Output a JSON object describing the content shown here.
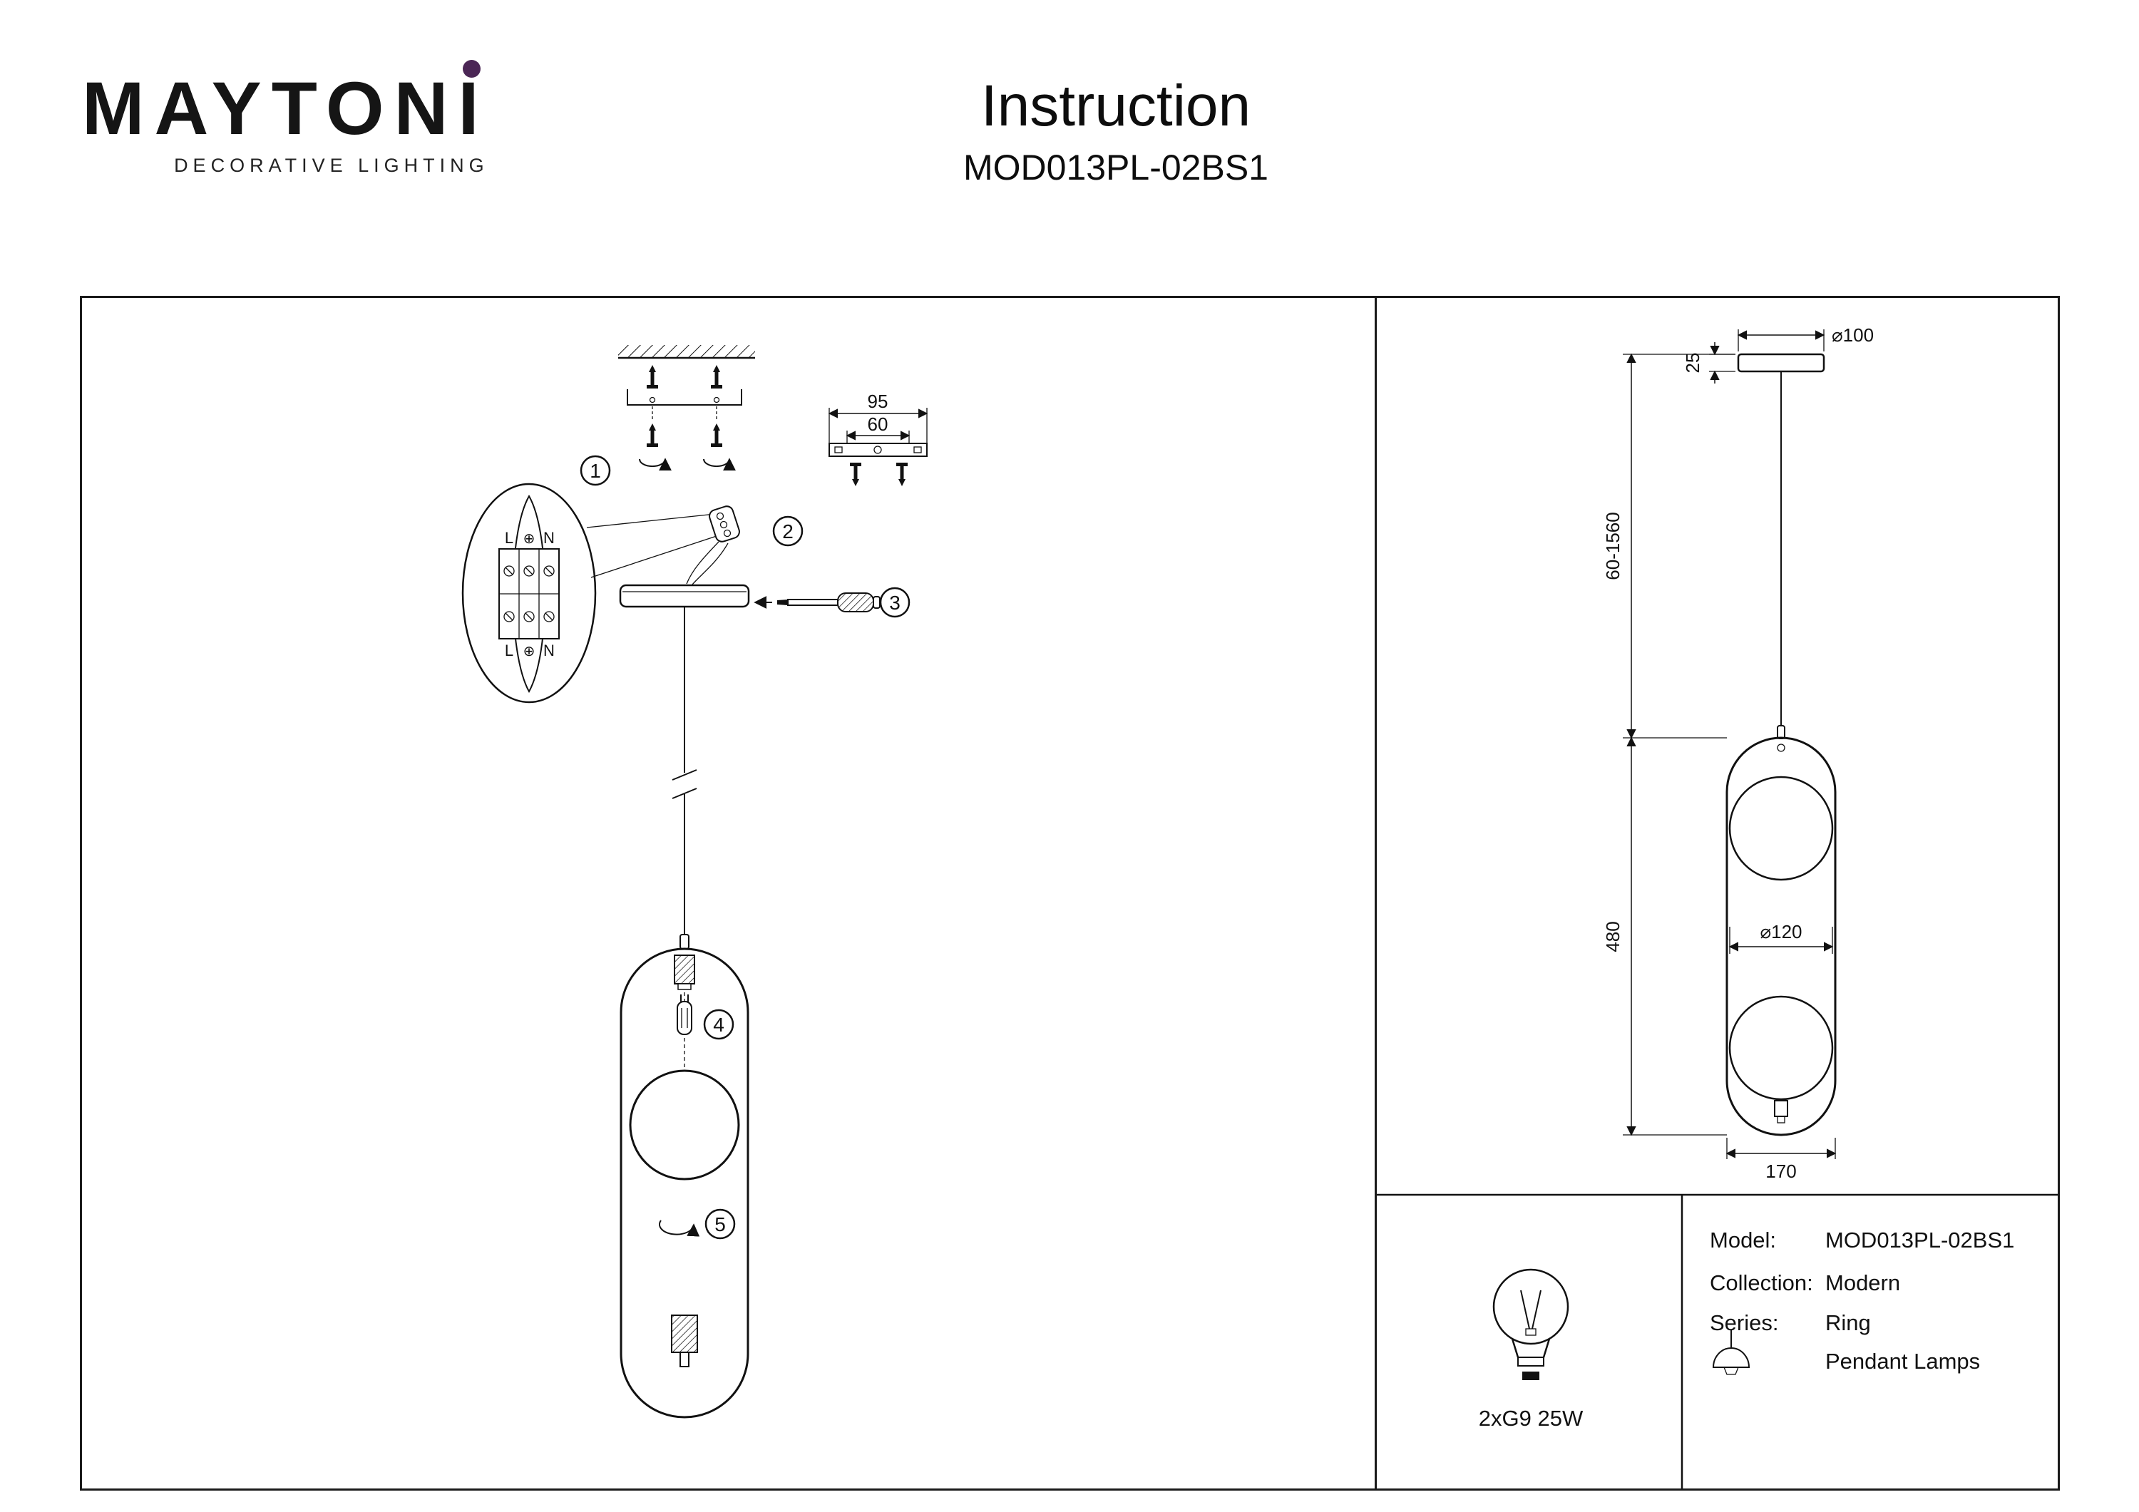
{
  "brand": {
    "name": "MAYTONI",
    "tagline": "DECORATIVE LIGHTING",
    "dot_color": "#4b2655"
  },
  "header": {
    "title": "Instruction",
    "model": "MOD013PL-02BS1"
  },
  "left_panel": {
    "steps": {
      "s1": "1",
      "s2": "2",
      "s3": "3",
      "s4": "4",
      "s5": "5"
    },
    "bracket": {
      "outer": "95",
      "inner": "60"
    },
    "terminals": {
      "l_top": "L",
      "e_top": "⊕",
      "n_top": "N",
      "l_bot": "L",
      "e_bot": "⊕",
      "n_bot": "N"
    }
  },
  "right_panel": {
    "dims": {
      "canopy_d": "⌀100",
      "canopy_h": "25",
      "wire": "60-1560",
      "ring_h": "480",
      "globe_d": "⌀120",
      "ring_w": "170"
    }
  },
  "specs": {
    "lamp": "2xG9 25W",
    "model_label": "Model:",
    "model": "MOD013PL-02BS1",
    "collection_label": "Collection:",
    "collection": "Modern",
    "series_label": "Series:",
    "series": "Ring",
    "type": "Pendant Lamps"
  }
}
